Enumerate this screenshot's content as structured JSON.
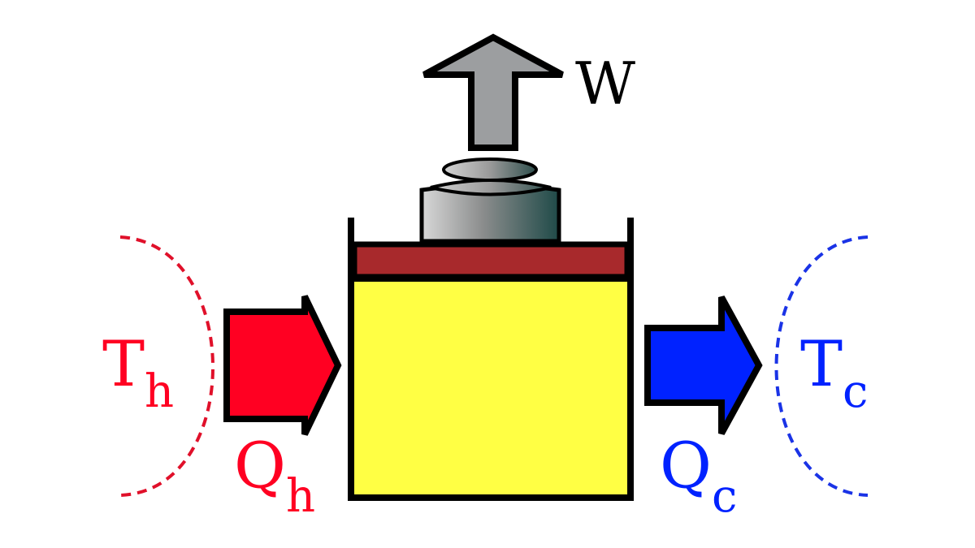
{
  "labels": {
    "work": "W",
    "hot_reservoir_main": "T",
    "hot_reservoir_sub": "h",
    "heat_in_main": "Q",
    "heat_in_sub": "h",
    "cold_reservoir_main": "T",
    "cold_reservoir_sub": "c",
    "heat_out_main": "Q",
    "heat_out_sub": "c"
  },
  "colors": {
    "hot": "#ff0022",
    "hot_dashed": "#e0102a",
    "cold": "#0022ff",
    "cold_dashed": "#1a33e6",
    "gas": "#ffff44",
    "piston": "#a8292c",
    "work_arrow": "#9c9ea0",
    "outline": "#000000"
  },
  "icons": {
    "work": "up-arrow-icon",
    "heat_in": "right-arrow-icon",
    "heat_out": "right-arrow-icon",
    "weight": "weight-icon"
  }
}
